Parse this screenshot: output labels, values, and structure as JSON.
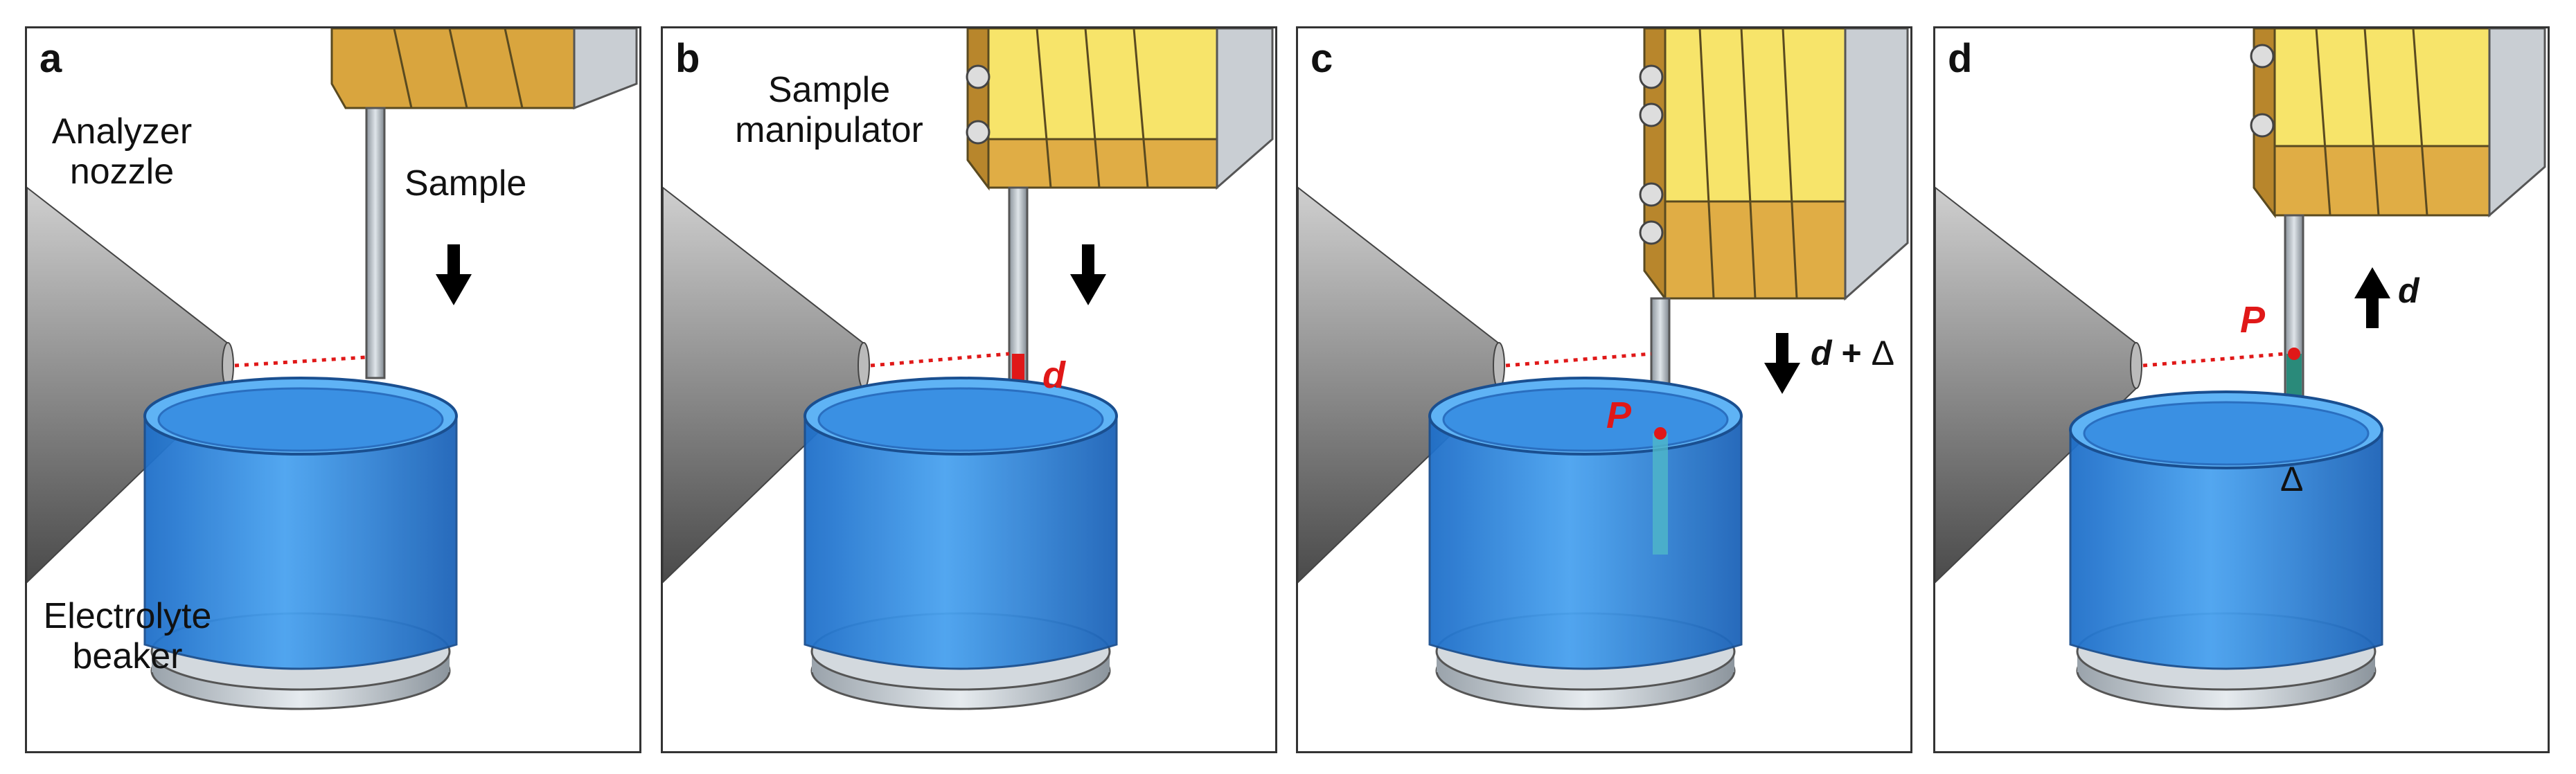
{
  "panels": [
    {
      "letter": "a",
      "labels": {
        "nozzle": "Analyzer nozzle",
        "sample": "Sample",
        "beaker": "Electrolyte beaker"
      }
    },
    {
      "letter": "b",
      "labels": {
        "manipulator": "Sample manipulator",
        "d": "d"
      }
    },
    {
      "letter": "c",
      "labels": {
        "p": "P",
        "d": "d",
        "plus": "+",
        "delta": "Δ"
      }
    },
    {
      "letter": "d",
      "labels": {
        "p": "P",
        "d": "d",
        "delta": "Δ"
      }
    }
  ],
  "colors": {
    "beaker_blue": "#3a8fe6",
    "holder_gold": "#e0ad45",
    "holder_yellow": "#f7e46a",
    "highlight_red": "#e01818",
    "nozzle_gray": "#8f8f8f",
    "wetted_teal": "#2a8a7a"
  },
  "icons": [
    "arrow-down-icon",
    "arrow-up-icon"
  ]
}
